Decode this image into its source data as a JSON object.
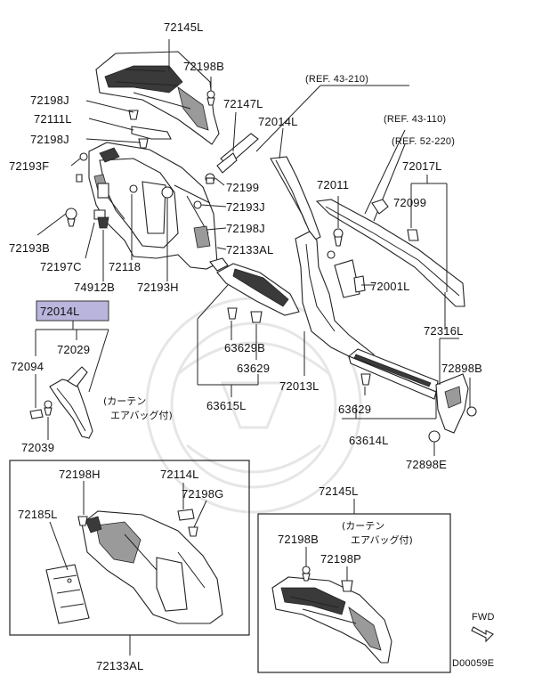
{
  "labels": {
    "p72145L_top": "72145L",
    "p72198B_top": "72198B",
    "ref_43_210": "(REF. 43-210)",
    "p72198J_1": "72198J",
    "p72147L": "72147L",
    "p72111L": "72111L",
    "p72014L_top": "72014L",
    "ref_43_110": "(REF. 43-110)",
    "p72198J_2": "72198J",
    "ref_52_220": "(REF. 52-220)",
    "p72193F": "72193F",
    "p72017L": "72017L",
    "p72199": "72199",
    "p72011": "72011",
    "p72193J": "72193J",
    "p72099": "72099",
    "p72198J_3": "72198J",
    "p72193B": "72193B",
    "p72133AL": "72133AL",
    "p72197C": "72197C",
    "p72118": "72118",
    "p74912B": "74912B",
    "p72193H": "72193H",
    "p72001L": "72001L",
    "p72014L_hl": "72014L",
    "p72029": "72029",
    "p72094": "72094",
    "p63629B": "63629B",
    "p63629_1": "63629",
    "p72316L": "72316L",
    "p72898B": "72898B",
    "p72013L": "72013L",
    "curtain_a_1": "(カーテン",
    "curtain_b_1": "エアバッグ付)",
    "p63615L": "63615L",
    "p63629_2": "63629",
    "p72039": "72039",
    "p63614L": "63614L",
    "p72898E": "72898E",
    "box1_72198H": "72198H",
    "box1_72114L": "72114L",
    "box1_72198G": "72198G",
    "box1_72185L": "72185L",
    "box1_72133AL": "72133AL",
    "box2_72145L": "72145L",
    "curtain_a_2": "(カーテン",
    "curtain_b_2": "エアバッグ付)",
    "box2_72198B": "72198B",
    "box2_72198P": "72198P",
    "fwd": "FWD",
    "diagram_code": "D00059E"
  },
  "colors": {
    "highlight": "#b9b5dc",
    "ink": "#222222"
  }
}
